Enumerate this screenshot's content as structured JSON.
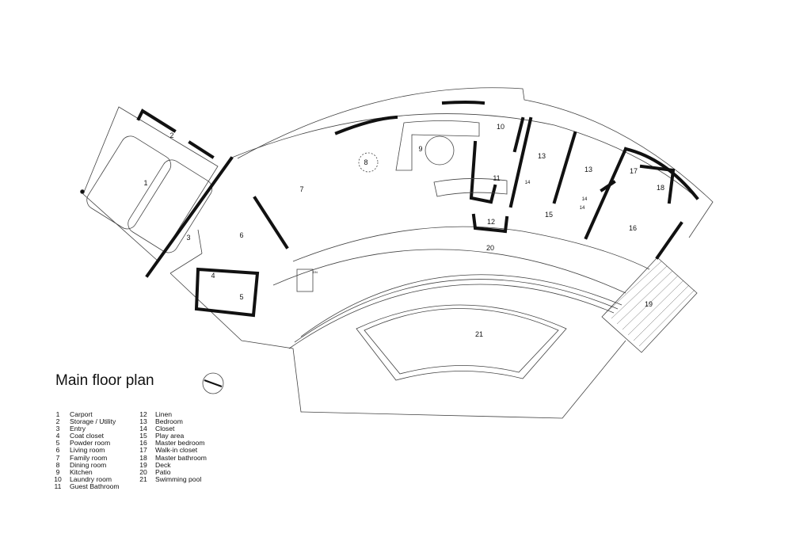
{
  "title": "Main floor plan",
  "room_labels": [
    {
      "num": "1"
    },
    {
      "num": "2"
    },
    {
      "num": "3"
    },
    {
      "num": "4"
    },
    {
      "num": "5"
    },
    {
      "num": "6"
    },
    {
      "num": "7"
    },
    {
      "num": "8"
    },
    {
      "num": "9"
    },
    {
      "num": "10"
    },
    {
      "num": "11"
    },
    {
      "num": "12"
    },
    {
      "num": "13"
    },
    {
      "num": "13"
    },
    {
      "num": "14"
    },
    {
      "num": "14"
    },
    {
      "num": "14"
    },
    {
      "num": "15"
    },
    {
      "num": "16"
    },
    {
      "num": "17"
    },
    {
      "num": "18"
    },
    {
      "num": "19"
    },
    {
      "num": "20"
    },
    {
      "num": "21"
    }
  ],
  "legend_left": [
    {
      "num": "1",
      "label": "Carport"
    },
    {
      "num": "2",
      "label": "Storage / Utility"
    },
    {
      "num": "3",
      "label": "Entry"
    },
    {
      "num": "4",
      "label": "Coat closet"
    },
    {
      "num": "5",
      "label": "Powder room"
    },
    {
      "num": "6",
      "label": "Living room"
    },
    {
      "num": "7",
      "label": "Family room"
    },
    {
      "num": "8",
      "label": "Dining room"
    },
    {
      "num": "9",
      "label": "Kitchen"
    },
    {
      "num": "10",
      "label": "Laundry room"
    },
    {
      "num": "11",
      "label": "Guest Bathroom"
    }
  ],
  "legend_right": [
    {
      "num": "12",
      "label": "Linen"
    },
    {
      "num": "13",
      "label": "Bedroom"
    },
    {
      "num": "14",
      "label": "Closet"
    },
    {
      "num": "15",
      "label": "Play area"
    },
    {
      "num": "16",
      "label": "Master bedroom"
    },
    {
      "num": "17",
      "label": "Walk-in closet"
    },
    {
      "num": "18",
      "label": "Master bathroom"
    },
    {
      "num": "19",
      "label": "Deck"
    },
    {
      "num": "20",
      "label": "Patio"
    },
    {
      "num": "21",
      "label": "Swimming pool"
    }
  ],
  "stair_label": "DN",
  "colors": {
    "ink": "#111111",
    "thin": "#444444"
  }
}
